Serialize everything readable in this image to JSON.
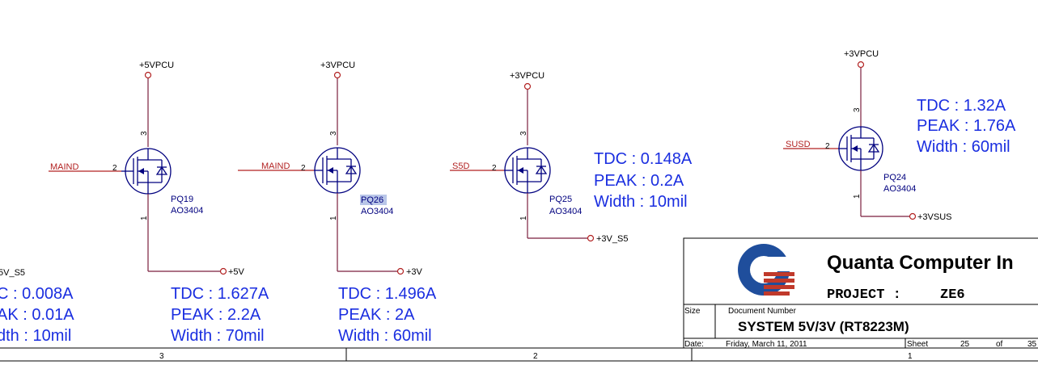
{
  "mosfets": [
    {
      "id": "pq19",
      "ref": "PQ19",
      "part": "AO3404",
      "gate_net": "MAIND",
      "source_net": "+5VPCU",
      "out_net": "+5V",
      "pins": {
        "gate": "2",
        "drain": "3",
        "source": "1"
      },
      "ann": {
        "tdc": "TDC : 1.627A",
        "peak": "PEAK : 2.2A",
        "width": "Width : 70mil"
      }
    },
    {
      "id": "pq26",
      "ref": "PQ26",
      "part": "AO3404",
      "gate_net": "MAIND",
      "source_net": "+3VPCU",
      "out_net": "+3V",
      "pins": {
        "gate": "2",
        "drain": "3",
        "source": "1"
      },
      "ann": {
        "tdc": "TDC : 1.496A",
        "peak": "PEAK : 2A",
        "width": "Width : 60mil"
      }
    },
    {
      "id": "pq25",
      "ref": "PQ25",
      "part": "AO3404",
      "gate_net": "S5D",
      "source_net": "+3VPCU",
      "out_net": "+3V_S5",
      "pins": {
        "gate": "2",
        "drain": "3",
        "source": "1"
      },
      "ann": {
        "tdc": "TDC : 0.148A",
        "peak": "PEAK : 0.2A",
        "width": "Width : 10mil"
      }
    },
    {
      "id": "pq24",
      "ref": "PQ24",
      "part": "AO3404",
      "gate_net": "SUSD",
      "source_net": "+3VPCU",
      "out_net": "+3VSUS",
      "pins": {
        "gate": "2",
        "drain": "3",
        "source": "1"
      },
      "ann": {
        "tdc": "TDC : 1.32A",
        "peak": "PEAK : 1.76A",
        "width": "Width : 60mil"
      }
    }
  ],
  "left_partial": {
    "net": "5V_S5",
    "tdc": "C : 0.008A",
    "peak": "AK : 0.01A",
    "width": "dth : 10mil"
  },
  "title_block": {
    "company": "Quanta Computer In",
    "project_label": "PROJECT :",
    "project_value": "ZE6",
    "size_label": "Size",
    "doc_number_label": "Document Number",
    "doc_title": "SYSTEM 5V/3V (RT8223M)",
    "date_label": "Date:",
    "date_value": "Friday, March 11, 2011",
    "sheet_label": "Sheet",
    "sheet_value": "25",
    "of_label": "of",
    "of_value": "35"
  },
  "border_zones": [
    "3",
    "2",
    "1"
  ],
  "colors": {
    "wire": "#7a1f3d",
    "gate_wire": "#b22222",
    "symbol": "#00007f",
    "annotation": "#1a2ee0",
    "logo_blue": "#1f4e9c",
    "logo_red": "#c0392b"
  }
}
